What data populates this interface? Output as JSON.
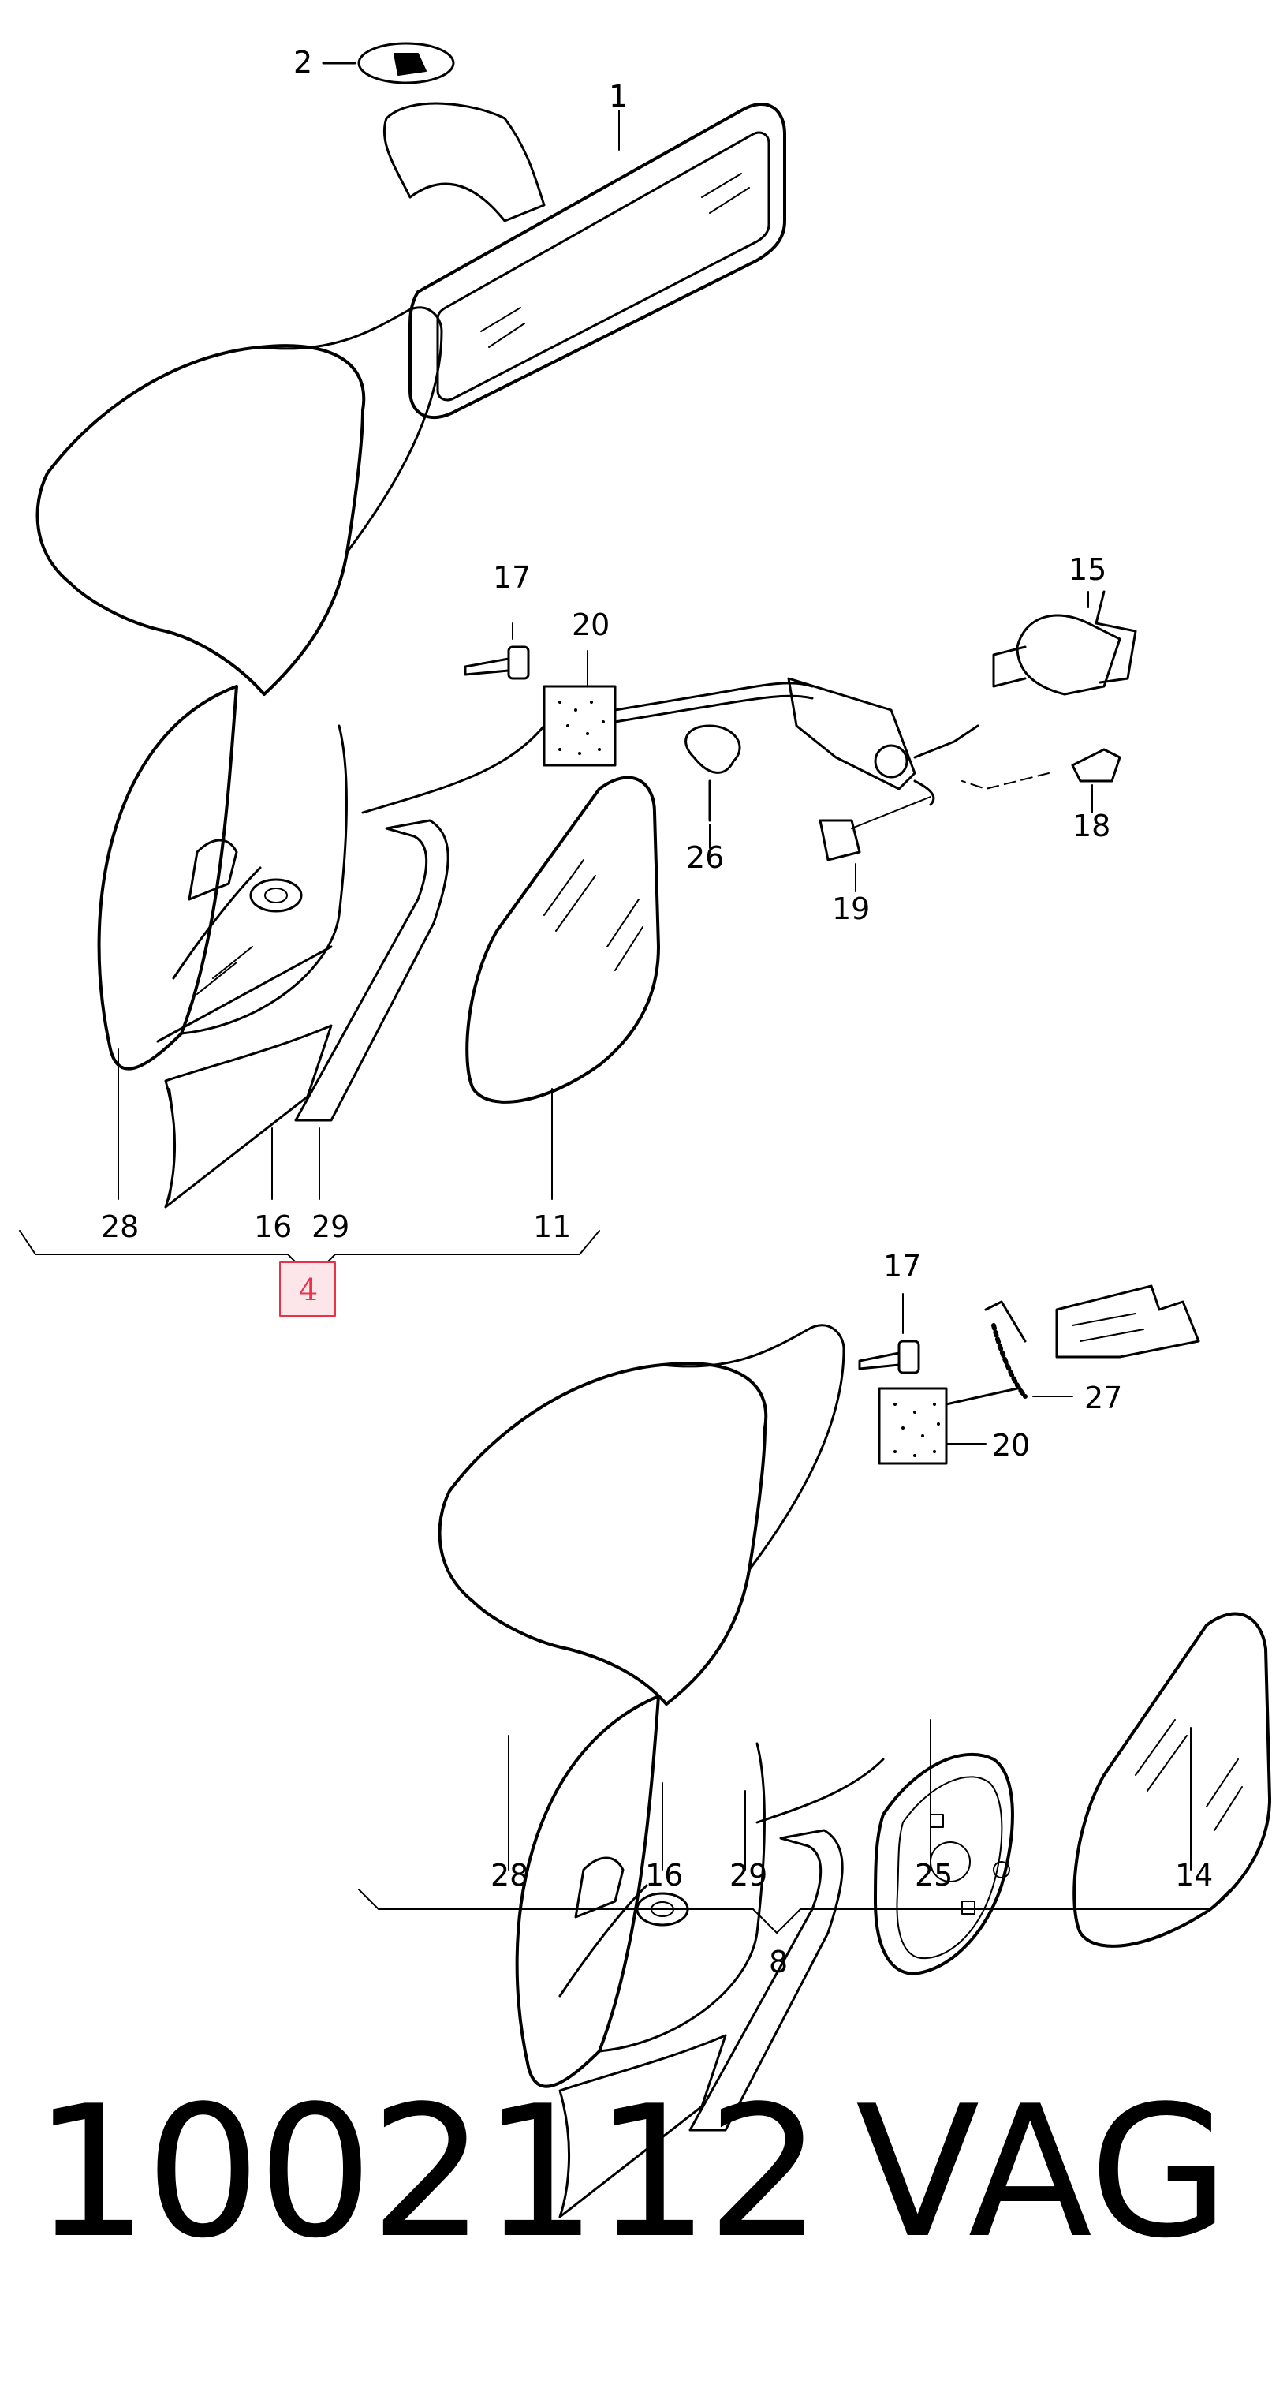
{
  "diagram": {
    "callouts": {
      "c1": "1",
      "c2": "2",
      "c15": "15",
      "c17a": "17",
      "c20a": "20",
      "c26": "26",
      "c18": "18",
      "c19": "19",
      "c28a": "28",
      "c16a": "16",
      "c29a": "29",
      "c11": "11",
      "c4": "4",
      "c17b": "17",
      "c27": "27",
      "c20b": "20",
      "c28b": "28",
      "c16b": "16",
      "c29b": "29",
      "c25": "25",
      "c14": "14",
      "c8": "8"
    },
    "highlight_color": "#e8324a",
    "highlight_fill": "#fde6ea",
    "line_color": "#000000"
  },
  "footer": {
    "part_number": "1002112",
    "brand": "VAG"
  }
}
